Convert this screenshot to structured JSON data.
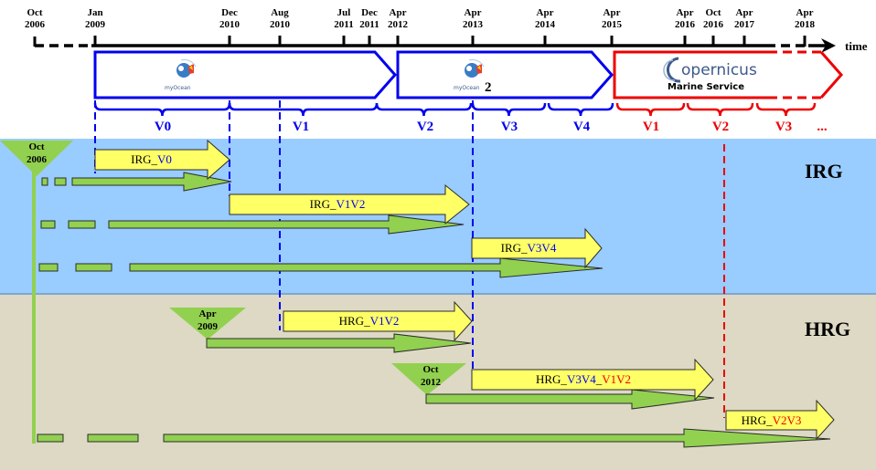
{
  "timeline": {
    "axis_label": "time",
    "ticks": [
      {
        "month": "Oct",
        "year": "2006"
      },
      {
        "month": "Jan",
        "year": "2009"
      },
      {
        "month": "Dec",
        "year": "2010"
      },
      {
        "month": "Aug",
        "year": "2010"
      },
      {
        "month": "Jul",
        "year": "2011"
      },
      {
        "month": "Dec",
        "year": "2011"
      },
      {
        "month": "Apr",
        "year": "2012"
      },
      {
        "month": "Apr",
        "year": "2013"
      },
      {
        "month": "Apr",
        "year": "2014"
      },
      {
        "month": "Apr",
        "year": "2015"
      },
      {
        "month": "Apr",
        "year": "2016"
      },
      {
        "month": "Oct",
        "year": "2016"
      },
      {
        "month": "Apr",
        "year": "2017"
      },
      {
        "month": "Apr",
        "year": "2018"
      }
    ]
  },
  "phases": [
    {
      "name": "MyOcean",
      "logo_text": "myOcean",
      "color": "#0000ee"
    },
    {
      "name": "MyOcean 2",
      "logo_text": "myOcean",
      "suffix": "2",
      "color": "#0000ee"
    },
    {
      "name": "Copernicus Marine Service",
      "logo_text": "opernicus",
      "logo_initial": "C",
      "subtitle": "Marine Service",
      "color": "#ee0000"
    }
  ],
  "versions": [
    {
      "label": "V0",
      "color": "#0000ee"
    },
    {
      "label": "V1",
      "color": "#0000ee"
    },
    {
      "label": "V2",
      "color": "#0000ee"
    },
    {
      "label": "V3",
      "color": "#0000ee"
    },
    {
      "label": "V4",
      "color": "#0000ee"
    },
    {
      "label": "V1",
      "color": "#ee0000"
    },
    {
      "label": "V2",
      "color": "#ee0000"
    },
    {
      "label": "V3",
      "color": "#ee0000"
    },
    {
      "label": "...",
      "color": "#ee0000"
    }
  ],
  "sections": {
    "irg": {
      "label": "IRG",
      "start": {
        "month": "Oct",
        "year": "2006"
      },
      "color": "#99ccff"
    },
    "hrg": {
      "label": "HRG",
      "color": "#ddd9c4"
    }
  },
  "products": [
    {
      "prefix": "IRG_",
      "parts": [
        {
          "text": "V0",
          "color": "blue"
        }
      ]
    },
    {
      "prefix": "IRG_",
      "parts": [
        {
          "text": "V1V2",
          "color": "blue"
        }
      ]
    },
    {
      "prefix": "IRG_",
      "parts": [
        {
          "text": "V3V4",
          "color": "blue"
        }
      ]
    },
    {
      "prefix": "HRG_",
      "parts": [
        {
          "text": "V1V2",
          "color": "blue"
        }
      ]
    },
    {
      "prefix": "HRG_",
      "parts": [
        {
          "text": "V3V4",
          "color": "blue"
        },
        {
          "text": "_",
          "color": "black"
        },
        {
          "text": "V1V2",
          "color": "red"
        }
      ]
    },
    {
      "prefix": "HRG_",
      "parts": [
        {
          "text": "V2V3",
          "color": "red"
        }
      ]
    }
  ],
  "starts": [
    {
      "month": "Oct",
      "year": "2006"
    },
    {
      "month": "Apr",
      "year": "2009"
    },
    {
      "month": "Oct",
      "year": "2012"
    }
  ],
  "colors": {
    "myocean_blue": "#0000ee",
    "copernicus_red": "#ee0000",
    "product_yellow": "#ffff66",
    "coverage_green": "#92d050"
  }
}
